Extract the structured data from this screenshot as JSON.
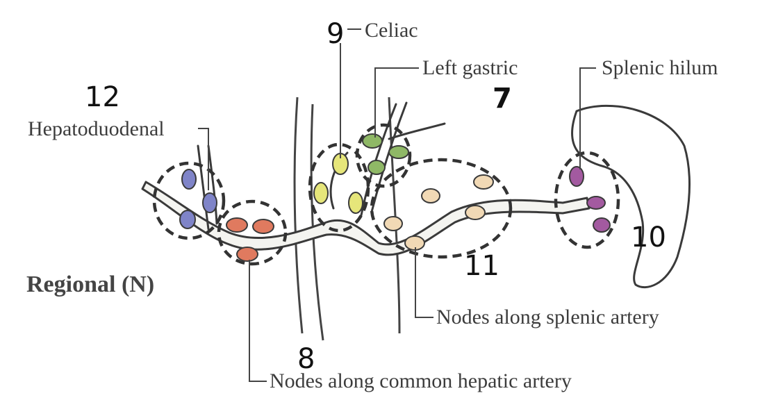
{
  "labels": {
    "celiac": "Celiac",
    "left_gastric": "Left gastric",
    "splenic_hilum": "Splenic hilum",
    "hepatoduodenal": "Hepatoduodenal",
    "regional": "Regional (N)",
    "splenic_artery_nodes": "Nodes along splenic artery",
    "common_hepatic_nodes": "Nodes along common hepatic artery"
  },
  "numbers": {
    "n12": "12",
    "n9": "9",
    "n7": "7",
    "n10": "10",
    "n11": "11",
    "n8": "8"
  },
  "node_colors": {
    "hepatoduodenal": "#7f84c8",
    "common_hepatic": "#e07a5f",
    "celiac": "#e6e67a",
    "left_gastric": "#8fb866",
    "splenic_artery": "#f1d9b5",
    "splenic_hilum": "#a35aa0"
  }
}
